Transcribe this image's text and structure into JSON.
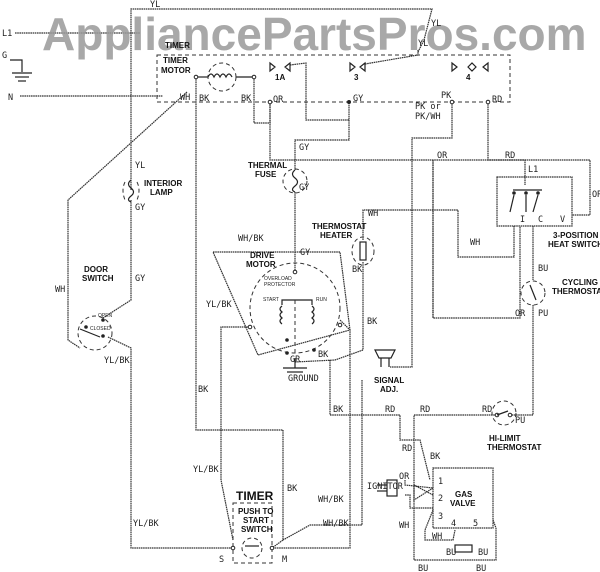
{
  "watermark": "AppliancePartsPros.com",
  "supply": {
    "l1": "L1",
    "g": "G",
    "n": "N"
  },
  "components": {
    "timer_block": "TIMER",
    "timer_motor_1": "TIMER",
    "timer_motor_2": "MOTOR",
    "contact_1a": "1A",
    "contact_3": "3",
    "contact_4": "4",
    "thermal_fuse_1": "THERMAL",
    "thermal_fuse_2": "FUSE",
    "interior_lamp_1": "INTERIOR",
    "interior_lamp_2": "LAMP",
    "door_switch_1": "DOOR",
    "door_switch_2": "SWITCH",
    "door_open": "OPEN",
    "door_closed": "CLOSED",
    "thermostat_heater_1": "THERMOSTAT",
    "thermostat_heater_2": "HEATER",
    "drive_motor_1": "DRIVE",
    "drive_motor_2": "MOTOR",
    "overload_1": "OVERLOAD",
    "overload_2": "PROTECTOR",
    "start": "START",
    "run": "RUN",
    "ground": "GROUND",
    "signal_1": "SIGNAL",
    "signal_2": "ADJ.",
    "heat_switch_l1": "L1",
    "heat_switch_i": "I",
    "heat_switch_c": "C",
    "heat_switch_v": "V",
    "heat_switch_1": "3-POSITION",
    "heat_switch_2": "HEAT SWITCH",
    "cycling_1": "CYCLING",
    "cycling_2": "THERMOSTAT",
    "hilimit_1": "HI-LIMIT",
    "hilimit_2": "THERMOSTAT",
    "timer_title": "TIMER",
    "push_1": "PUSH TO",
    "push_2": "START",
    "push_3": "SWITCH",
    "terminal_s": "S",
    "terminal_m": "M",
    "ignitor": "IGNITOR",
    "gas_valve_1": "GAS",
    "gas_valve_2": "VALVE",
    "valve_t1": "1",
    "valve_t2": "2",
    "valve_t3": "3",
    "valve_t4": "4",
    "valve_t5": "5"
  },
  "wires": {
    "yl_top": "YL",
    "yl_contact": "YL",
    "yl_contact2": "YL",
    "wh_timer": "WH",
    "bk_timer1": "BK",
    "bk_timer2": "BK",
    "or_1a": "OR",
    "gy_3": "GY",
    "pk": "PK",
    "pk_or": "PK or",
    "pk_wh": "PK/WH",
    "rd_4": "RD",
    "or_mid": "OR",
    "rd_switch": "RD",
    "or_right": "OR",
    "gy_fuse_top": "GY",
    "gy_fuse_bot": "GY",
    "yl_lamp": "YL",
    "gy_lamp": "GY",
    "gy_door": "GY",
    "wh_door": "WH",
    "ylbk_door": "YL/BK",
    "wh_heater": "WH",
    "wh_switch": "WH",
    "bk_heater": "BK",
    "whbk_motor": "WH/BK",
    "gy_motor": "GY",
    "ylbk_motor": "YL/BK",
    "bk_motor": "BK",
    "gr": "GR",
    "bk_left": "BK",
    "bu_cyc": "BU",
    "or_cyc": "OR",
    "pu_cyc": "PU",
    "bk_a": "BK",
    "bk_b": "BK",
    "rd_a": "RD",
    "rd_hl": "RD",
    "pu_hl": "PU",
    "rd_valve": "RD",
    "bk_valve": "BK",
    "ylbk_timer": "YL/BK",
    "bk_timer": "BK",
    "whbk_timer": "WH/BK",
    "ylbk_bottom": "YL/BK",
    "whbk_bottom": "WH/BK",
    "or_ign": "OR",
    "wh_ign": "WH",
    "wh_valve": "WH",
    "bu_1": "BU",
    "bu_2": "BU",
    "bu_3": "BU",
    "bu_4": "BU"
  }
}
